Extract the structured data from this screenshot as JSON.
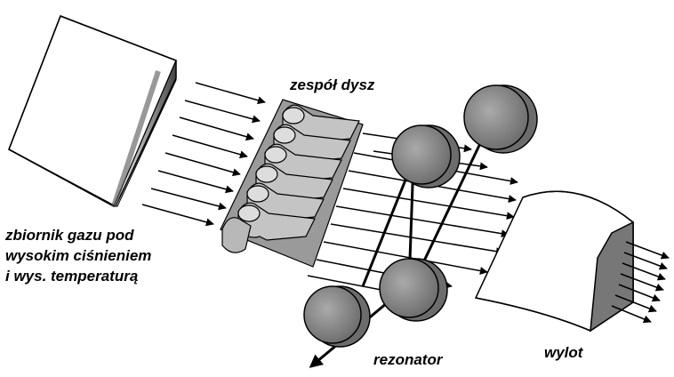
{
  "labels": {
    "nozzles": "zespół dysz",
    "tank_line1": "zbiornik gazu pod",
    "tank_line2": "wysokim ciśnieniem",
    "tank_line3": "i wys. temperaturą",
    "resonator": "rezonator",
    "outlet": "wylot"
  },
  "colors": {
    "ink": "#000000",
    "mirror_fill": "#8c8c8c",
    "mirror_dark": "#5a5a5a",
    "nozzle_fill": "#b0b0b0",
    "shade": "#707070"
  }
}
